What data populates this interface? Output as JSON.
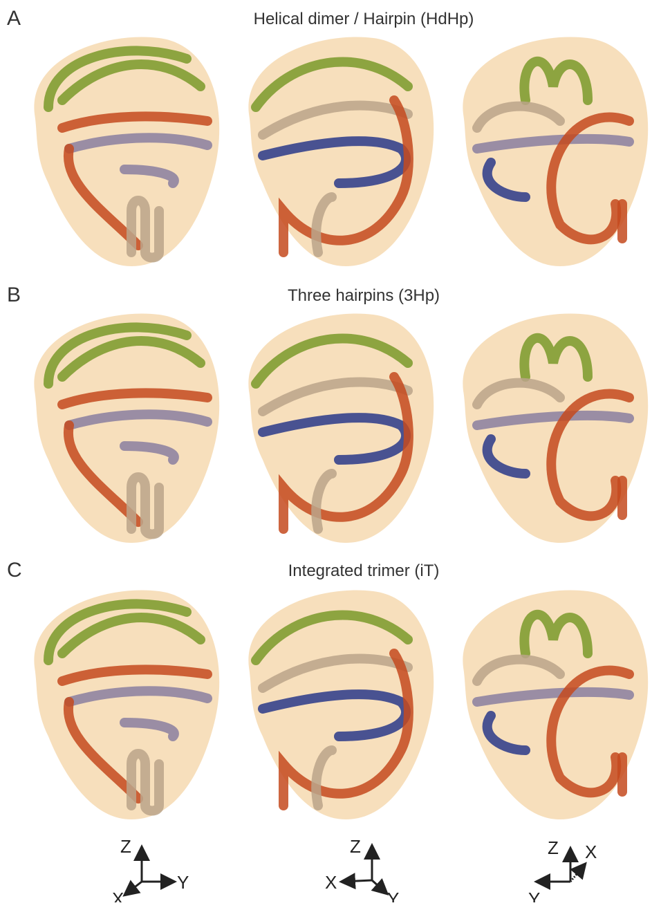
{
  "panels": [
    {
      "letter": "A",
      "title": "Helical dimer / Hairpin (HdHp)"
    },
    {
      "letter": "B",
      "title": "Three hairpins (3Hp)"
    },
    {
      "letter": "C",
      "title": "Integrated trimer (iT)"
    }
  ],
  "axes": [
    {
      "labels": [
        "Z",
        "Y",
        "X"
      ]
    },
    {
      "labels": [
        "Z",
        "X",
        "Y"
      ]
    },
    {
      "labels": [
        "Z",
        "X",
        "Y"
      ]
    }
  ],
  "colors": {
    "surface": "#f0c07a",
    "green": "#7a9a2a",
    "red": "#c44a1e",
    "blue": "#2a3a8a",
    "tan": "#bba58a",
    "mauve": "#8a7fa0"
  }
}
